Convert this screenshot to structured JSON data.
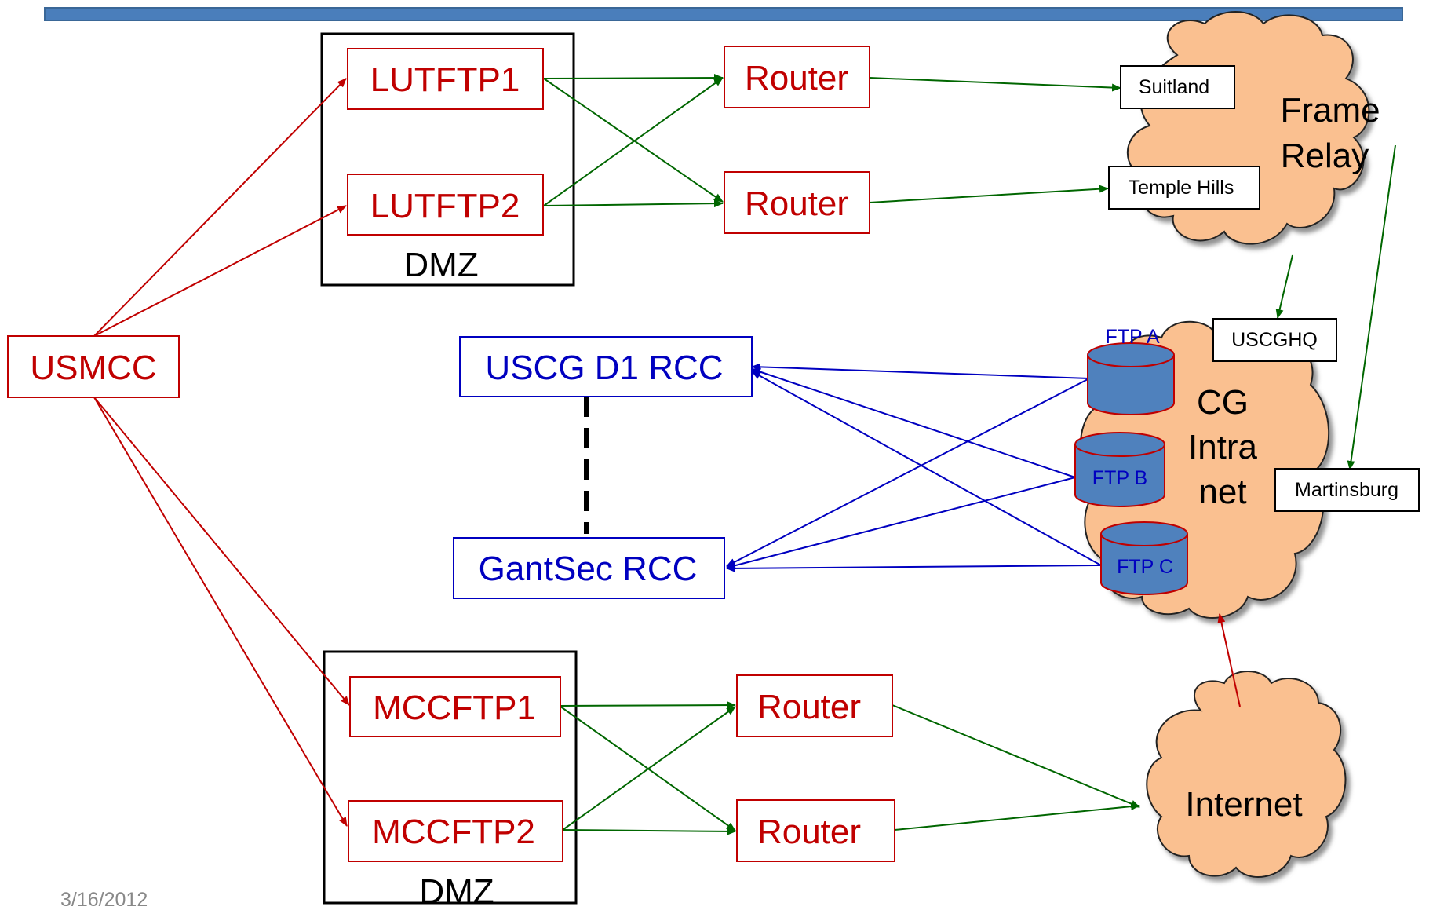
{
  "diagram": {
    "dmz_label": "DMZ",
    "nodes": {
      "usmcc": "USMCC",
      "lutftp1": "LUTFTP1",
      "lutftp2": "LUTFTP2",
      "mccftp1": "MCCFTP1",
      "mccftp2": "MCCFTP2",
      "router": "Router",
      "uscg_d1_rcc": "USCG D1 RCC",
      "gantsec_rcc": "GantSec RCC"
    },
    "clouds": {
      "frame_relay_line1": "Frame",
      "frame_relay_line2": "Relay",
      "cg_intranet_line1": "CG",
      "cg_intranet_line2": "Intra",
      "cg_intranet_line3": "net",
      "internet": "Internet"
    },
    "sites": {
      "suitland": "Suitland",
      "temple_hills": "Temple Hills",
      "uscghq": "USCGHQ",
      "martinsburg": "Martinsburg"
    },
    "ftp_servers": {
      "ftp_a": "FTP A",
      "ftp_b": "FTP B",
      "ftp_c": "FTP C"
    },
    "footer_date": "3/16/2012"
  },
  "colors": {
    "red": "#C00000",
    "green": "#006600",
    "blue": "#0000C0",
    "banner": "#4A7EBB",
    "cloud_fill": "#FAC090",
    "cylinder_fill": "#4F81BD"
  }
}
